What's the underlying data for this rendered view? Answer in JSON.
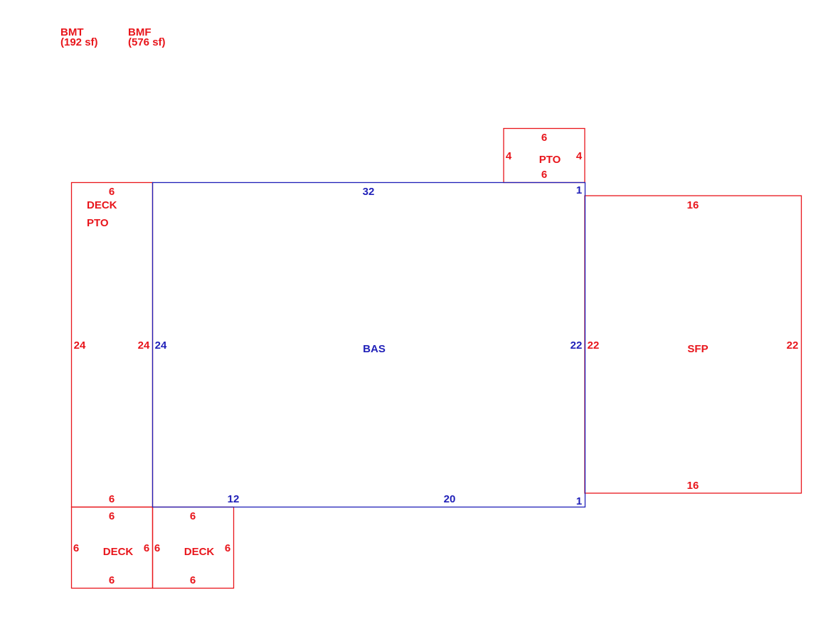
{
  "legend": [
    {
      "code": "BMT",
      "area": "(192 sf)"
    },
    {
      "code": "BMF",
      "area": "(576 sf)"
    }
  ],
  "colors": {
    "bas": "#1f1fb8",
    "other": "#e8151b"
  },
  "areas": {
    "bas": {
      "name": "BAS",
      "top": "32",
      "right_top": "1",
      "right": "22",
      "right_bottom": "1",
      "bottom_left": "12",
      "bottom_right": "20",
      "left": "24"
    },
    "pto_top": {
      "name": "PTO",
      "top": "6",
      "bottom": "6",
      "left": "4",
      "right": "4"
    },
    "deck_pto": {
      "name1": "DECK",
      "name2": "PTO",
      "top": "6",
      "bottom": "6",
      "left": "24",
      "right": "24"
    },
    "sfp": {
      "name": "SFP",
      "top": "16",
      "bottom": "16",
      "left": "22",
      "right": "22"
    },
    "deck1": {
      "name": "DECK",
      "top": "6",
      "bottom": "6",
      "left": "6",
      "right": "6"
    },
    "deck2": {
      "name": "DECK",
      "top": "6",
      "bottom": "6",
      "left": "6",
      "right": "6"
    }
  }
}
